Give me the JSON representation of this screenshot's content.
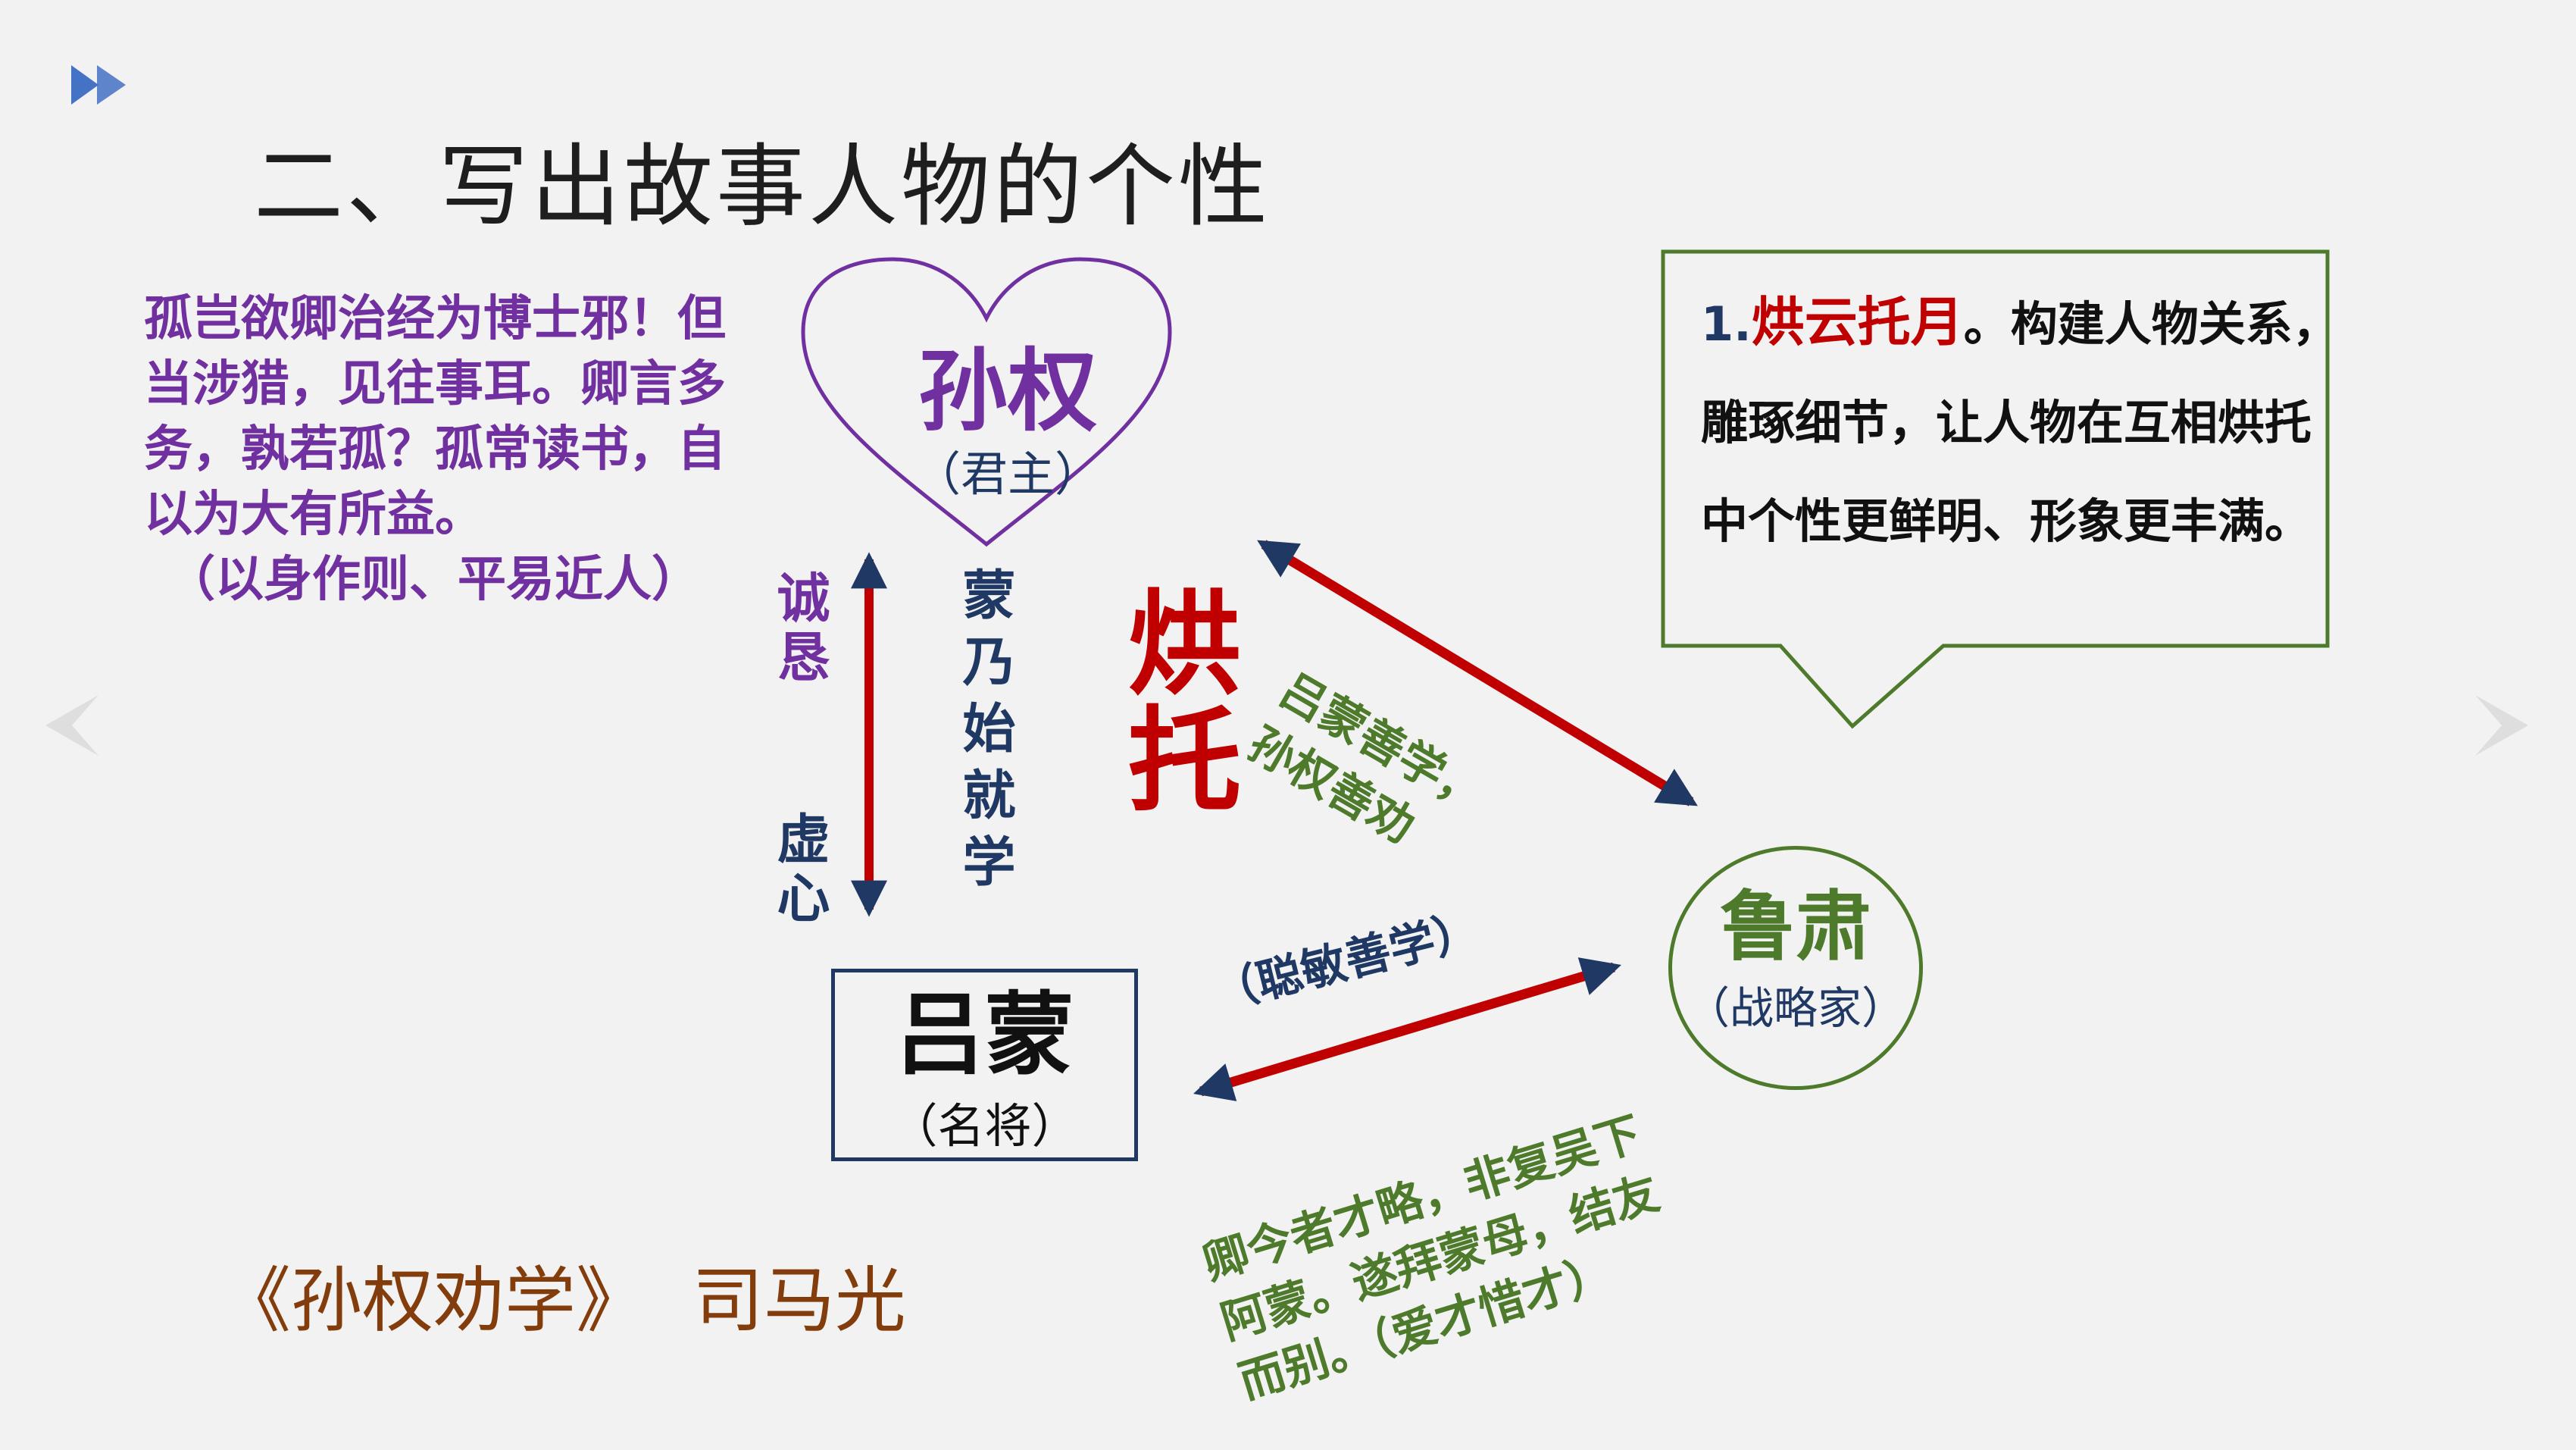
{
  "slide": {
    "title": "二、写出故事人物的个性",
    "left_quote": {
      "text": "孤岂欲卿治经为博士邪！但当涉猎，见往事耳。卿言多务，孰若孤？孤常读书，自以为大有所益。",
      "note": "（以身作则、平易近人）"
    },
    "sunquan": {
      "name": "孙权",
      "role": "（君主）"
    },
    "lumeng": {
      "name": "吕蒙",
      "role": "（名将）"
    },
    "lusu": {
      "name": "鲁肃",
      "role": "（战略家）"
    },
    "arrow_labels": {
      "sincere": "诚恳",
      "humble": "虚心",
      "began_study": "蒙乃始就学",
      "contrast": "烘托",
      "sun_lusu": [
        "吕蒙善学，",
        "孙权善劝"
      ],
      "lumeng_lusu": "（聪敏善学）"
    },
    "lusu_quote": [
      "卿今者才略，非复吴下",
      "阿蒙。遂拜蒙母，结友",
      "而别。（爱才惜才）"
    ],
    "callout": {
      "number": "1.",
      "highlight": "烘云托月",
      "text": "。构建人物关系，雕琢细节，让人物在互相烘托中个性更鲜明、形象更丰满。"
    },
    "source": "《孙权劝学》  司马光",
    "colors": {
      "purple": "#7030a0",
      "red": "#c00000",
      "navy": "#1f3864",
      "green": "#4e7a2c",
      "brown": "#833c0b",
      "play_icon": "#4472c4"
    },
    "icons": [
      "fast-forward-icon",
      "chevron-left-icon",
      "chevron-right-icon"
    ]
  }
}
